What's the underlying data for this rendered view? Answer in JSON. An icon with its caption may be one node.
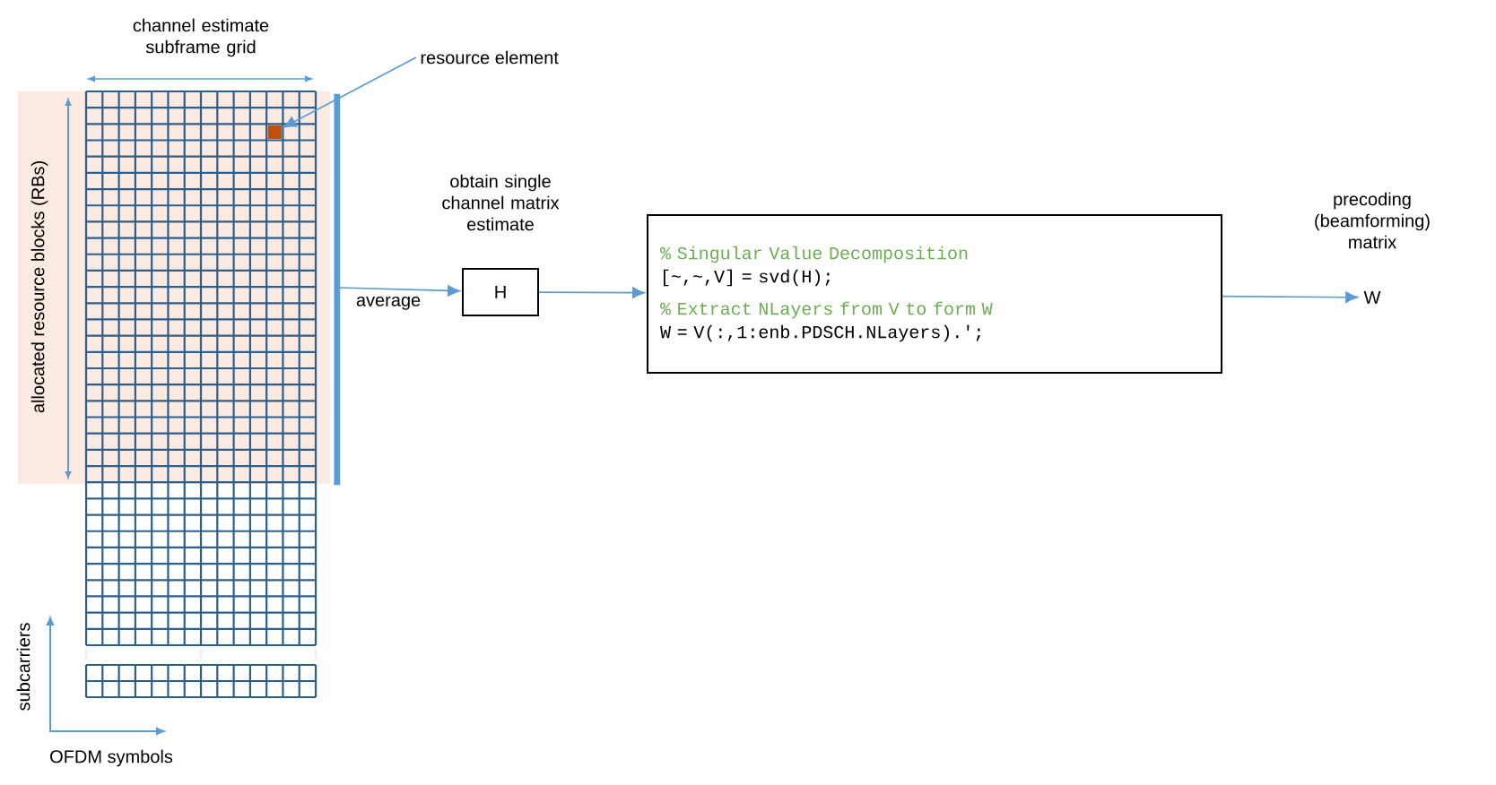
{
  "diagram": {
    "nodes": [
      {
        "text": [],
        "shape": "picture",
        "beside": [
          "channel estimate subframe grid"
        ]
      },
      {
        "text": [
          "resource element"
        ]
      },
      {
        "text": [],
        "shape": "box",
        "in": 0
      },
      {
        "text": [
          "H"
        ],
        "beside": [
          "obtain single channel matrix estimate"
        ]
      },
      {
        "text": [
          "% Singular Value Decomposition",
          "[~,~,V] = svd(H);",
          "% Extract NLayers from V to form W",
          "W = V(:,1:enb.PDSCH.NLayers).';"
        ]
      },
      {
        "text": [
          "W"
        ],
        "beside": [
          "precoding (beamforming) matrix"
        ]
      }
    ],
    "edges": [
      {
        "from": 1,
        "to": 2,
        "arrow": "to"
      },
      {
        "from": 0,
        "to": 3,
        "arrow": "to",
        "label": "average"
      },
      {
        "from": 3,
        "to": 4,
        "arrow": "to"
      },
      {
        "from": 4,
        "to": 5,
        "arrow": "to"
      }
    ],
    "labels": [
      "allocated resource blocks (RBs)",
      "subcarriers",
      "OFDM symbols"
    ]
  }
}
